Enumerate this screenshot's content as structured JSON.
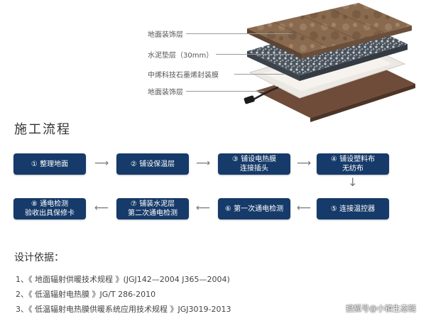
{
  "layers": {
    "labels": [
      "地面装饰层",
      "水泥垫层（30mm）",
      "中烯科技石墨烯封装膜",
      "地面装饰层"
    ],
    "colors": {
      "tile": "#8a6a4e",
      "cement": "#5b6470",
      "film": "#e8e4df",
      "base": "#6e4c39"
    }
  },
  "process": {
    "title": "施工流程",
    "steps": [
      "① 整理地面",
      "② 铺设保温层",
      "③ 铺设电热膜\n连接插头",
      "④ 铺设塑料布\n无纺布",
      "⑤ 连接温控器",
      "⑥ 第一次通电检测",
      "⑦ 铺装水泥层\n第二次通电检测",
      "⑧ 通电检测\n验收出具保修卡"
    ],
    "box_color": "#163a69"
  },
  "basis": {
    "title": "设计依据：",
    "items": [
      "1、《 地面辐射供暖技术规程 》(JGJ142—2004 J365—2004)",
      "2、《 低温辐射电热膜 》JG/T 286-2010",
      "3、《 低温辐射电热膜供暖系统应用技术规程 》JGJ3019-2013"
    ]
  },
  "watermark": "搜狐号@小镇生态链"
}
